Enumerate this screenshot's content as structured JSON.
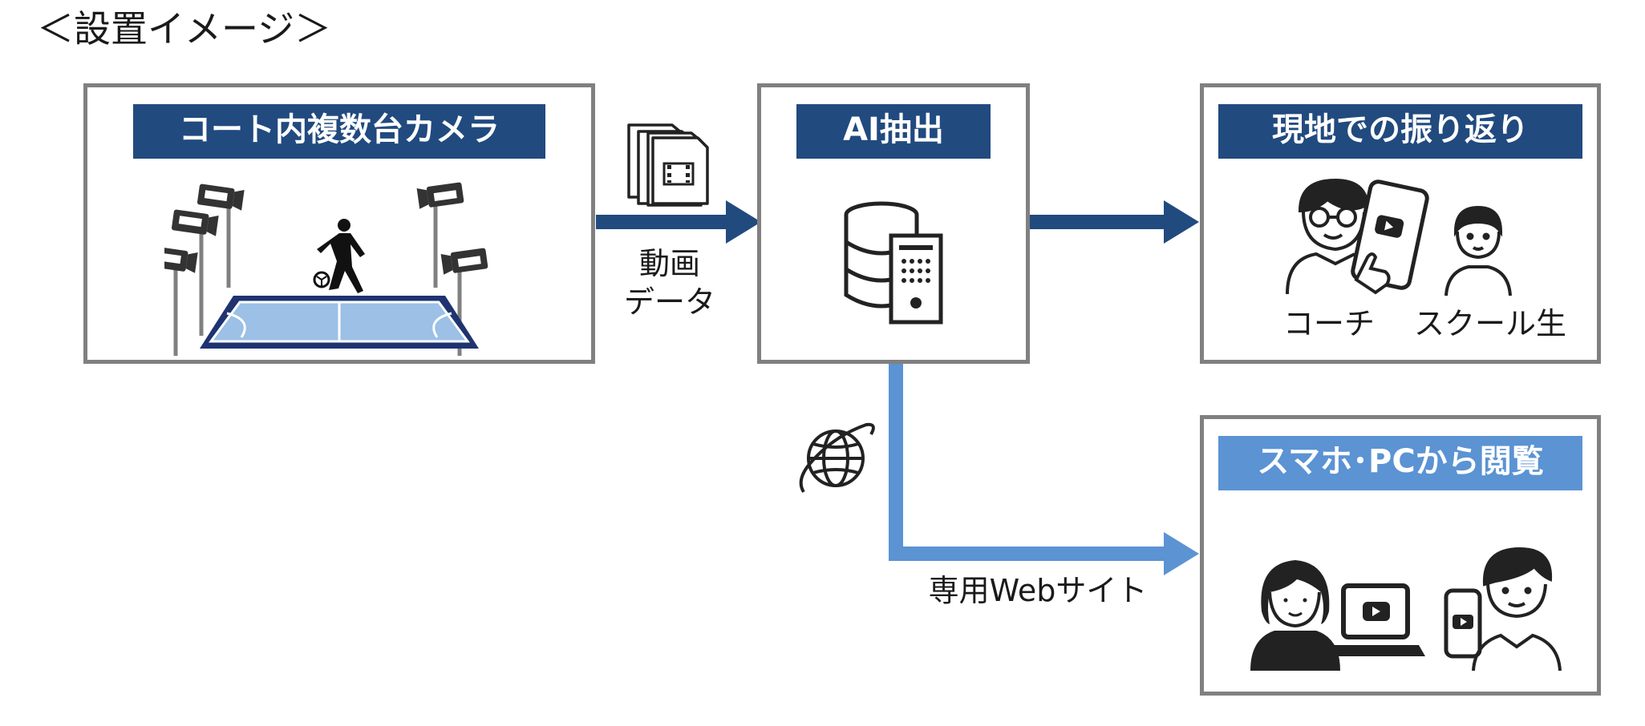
{
  "page_title": "＜設置イメージ＞",
  "boxes": {
    "camera": {
      "header": "コート内複数台カメラ"
    },
    "ai": {
      "header": "AI抽出"
    },
    "review": {
      "header": "現地での振り返り",
      "label_coach": "コーチ",
      "label_student": "スクール生"
    },
    "browse": {
      "header": "スマホ･PCから閲覧"
    }
  },
  "edges": {
    "video_data_line1": "動画",
    "video_data_line2": "データ",
    "web_site": "専用Webサイト"
  },
  "colors": {
    "dark_blue": "#214a7f",
    "light_blue": "#5b93d3",
    "border_gray": "#808080",
    "court_blue": "#9cc0e6",
    "court_navy": "#1e3370"
  }
}
